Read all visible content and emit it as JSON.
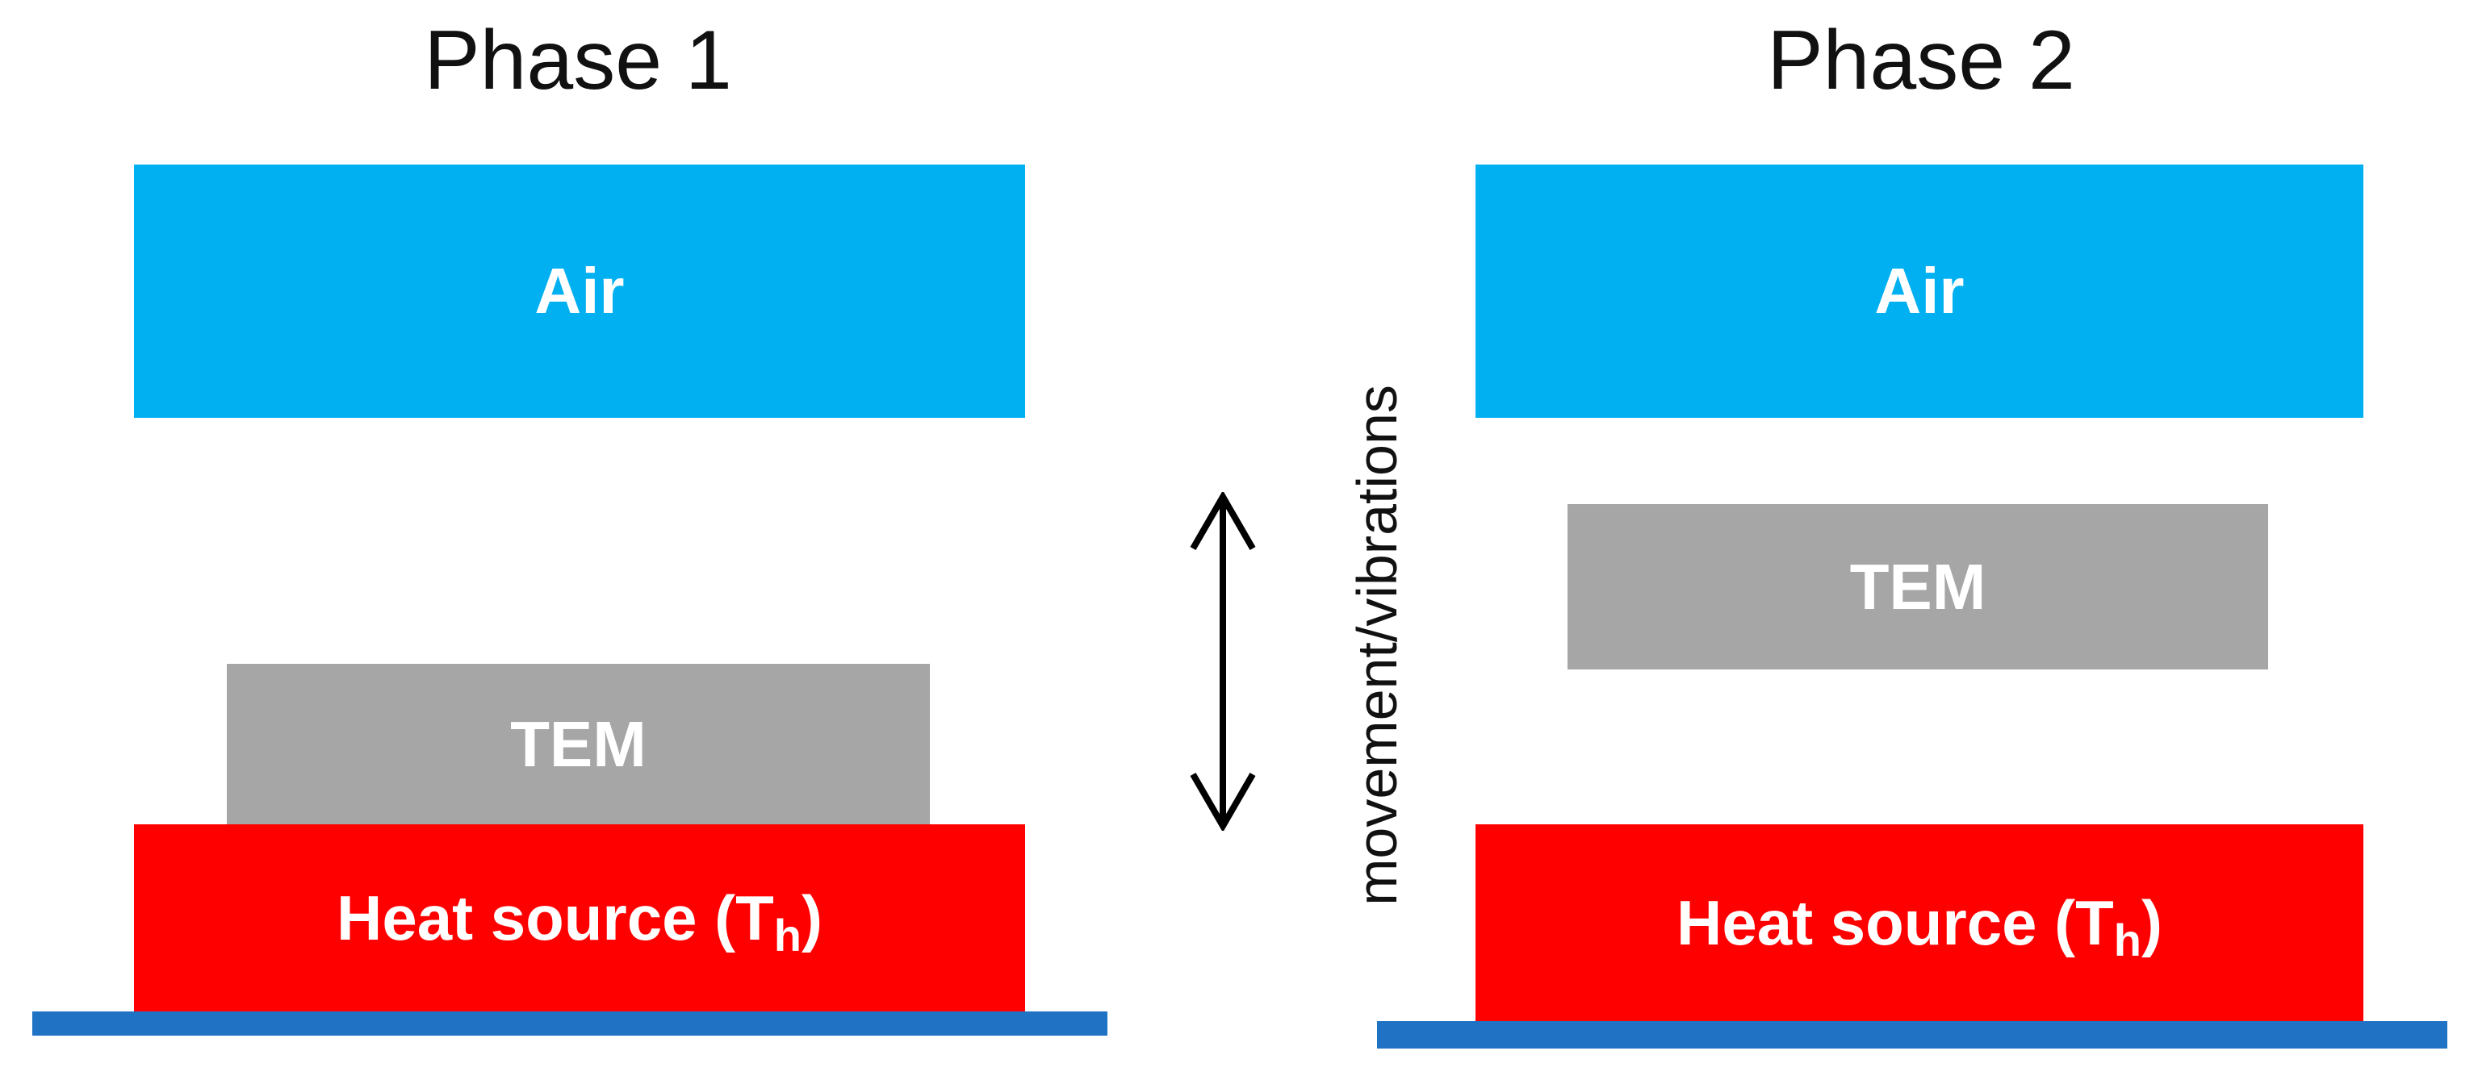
{
  "colors": {
    "air": "#00b0f0",
    "tem": "#a6a6a6",
    "heat_source": "#ff0000",
    "base": "#1f72c4",
    "arrow": "#000000"
  },
  "phase1": {
    "title": "Phase 1",
    "air_label": "Air",
    "tem_label": "TEM",
    "heat_label": "Heat source (T",
    "heat_sub": "h",
    "heat_close": ")"
  },
  "phase2": {
    "title": "Phase 2",
    "air_label": "Air",
    "tem_label": "TEM",
    "heat_label": "Heat source (T",
    "heat_sub": "h",
    "heat_close": ")"
  },
  "center": {
    "movement_label": "movement/vibrations",
    "arrow_icon": "double-headed-vertical-arrow"
  }
}
